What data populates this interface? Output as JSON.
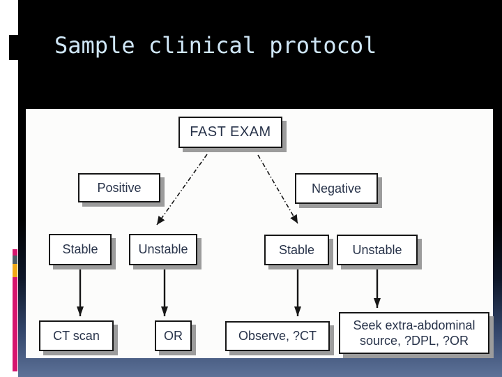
{
  "slide": {
    "title": "Sample clinical protocol"
  },
  "flowchart": {
    "nodes": [
      {
        "id": "fast-exam",
        "label": "FAST EXAM"
      },
      {
        "id": "positive",
        "label": "Positive"
      },
      {
        "id": "negative",
        "label": "Negative"
      },
      {
        "id": "stable-positive",
        "label": "Stable"
      },
      {
        "id": "unstable-positive",
        "label": "Unstable"
      },
      {
        "id": "stable-negative",
        "label": "Stable"
      },
      {
        "id": "unstable-negative",
        "label": "Unstable"
      },
      {
        "id": "ct-scan",
        "label": "CT scan"
      },
      {
        "id": "or",
        "label": "OR"
      },
      {
        "id": "observe-ct",
        "label": "Observe, ?CT"
      },
      {
        "id": "seek-extra-abdominal",
        "label": "Seek extra-abdominal source, ?DPL, ?OR"
      }
    ],
    "edges": [
      {
        "from": "fast-exam",
        "to": "positive-branch",
        "style": "dash-dot"
      },
      {
        "from": "fast-exam",
        "to": "negative-branch",
        "style": "dash-dot"
      },
      {
        "from": "stable-positive",
        "to": "ct-scan",
        "style": "solid"
      },
      {
        "from": "unstable-positive",
        "to": "or",
        "style": "solid"
      },
      {
        "from": "stable-negative",
        "to": "observe-ct",
        "style": "solid"
      },
      {
        "from": "unstable-negative",
        "to": "seek-extra-abdominal",
        "style": "solid"
      }
    ]
  },
  "colors": {
    "title_text": "#cfe6f6",
    "slide_top": "#000000",
    "slide_bottom_gradient": "#5d7298",
    "sidebar_pink": "#d6156e",
    "sidebar_amber": "#f0a817",
    "sidebar_slate": "#4d5d66",
    "panel_background": "#fcfcfb",
    "node_border": "#161616",
    "node_text": "#28334a",
    "node_shadow": "#9c9c9c"
  }
}
